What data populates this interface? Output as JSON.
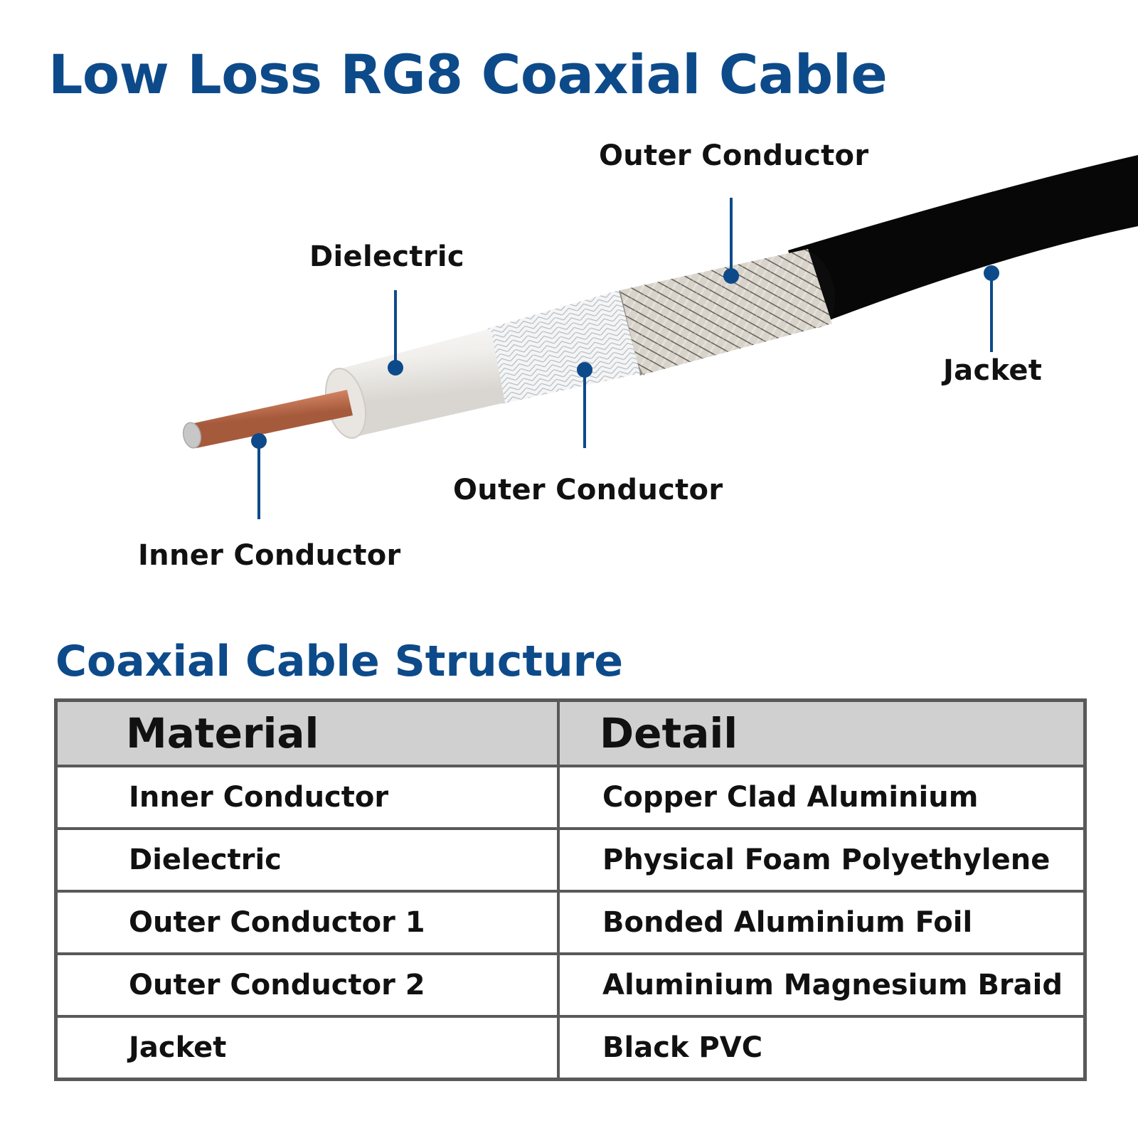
{
  "title": "Low Loss RG8 Coaxial Cable",
  "diagram": {
    "labels": {
      "outer_conductor_top": "Outer Conductor",
      "dielectric": "Dielectric",
      "jacket": "Jacket",
      "outer_conductor_bottom": "Outer Conductor",
      "inner_conductor": "Inner Conductor"
    }
  },
  "structure": {
    "title": "Coaxial Cable Structure",
    "headers": [
      "Material",
      "Detail"
    ],
    "rows": [
      [
        "Inner Conductor",
        "Copper Clad Aluminium"
      ],
      [
        "Dielectric",
        "Physical Foam Polyethylene"
      ],
      [
        "Outer Conductor 1",
        "Bonded Aluminium Foil"
      ],
      [
        "Outer Conductor 2",
        "Aluminium Magnesium Braid"
      ],
      [
        "Jacket",
        "Black PVC"
      ]
    ]
  },
  "colors": {
    "brand_blue": "#0d4a8a",
    "jacket": "#151515",
    "copper": "#d4896a",
    "dielectric": "#f3f1ee",
    "foil": "#d9dcdf",
    "braid": "#a9a39a",
    "table_header": "#d0d0d0",
    "table_border": "#595959"
  }
}
